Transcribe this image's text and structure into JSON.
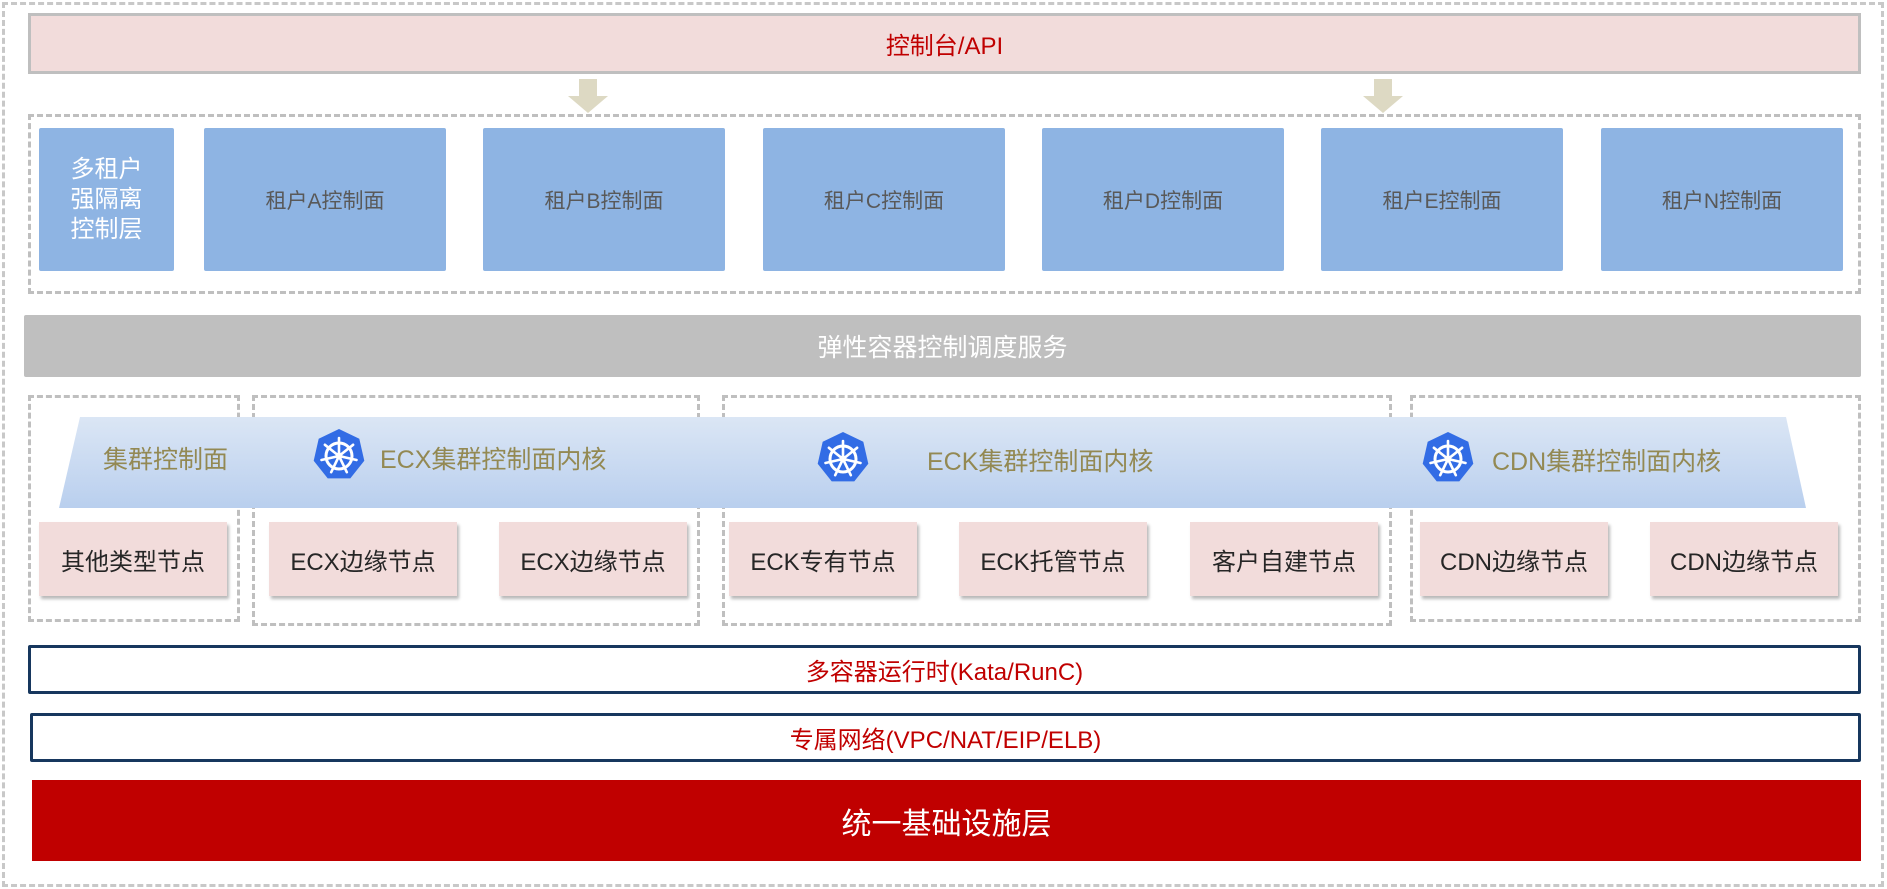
{
  "console_bar": {
    "label": "控制台/API"
  },
  "multi_tenant_layer": {
    "label": "多租户\n强隔离\n控制层"
  },
  "tenants": [
    {
      "label": "租户A控制面"
    },
    {
      "label": "租户B控制面"
    },
    {
      "label": "租户C控制面"
    },
    {
      "label": "租户D控制面"
    },
    {
      "label": "租户E控制面"
    },
    {
      "label": "租户N控制面"
    }
  ],
  "elastic_service": {
    "label": "弹性容器控制调度服务"
  },
  "cluster_control": {
    "label": "集群控制面",
    "kernels": [
      {
        "label": "ECX集群控制面内核",
        "icon": "kubernetes-icon"
      },
      {
        "label": "ECK集群控制面内核",
        "icon": "kubernetes-icon"
      },
      {
        "label": "CDN集群控制面内核",
        "icon": "kubernetes-icon"
      }
    ]
  },
  "nodes": [
    {
      "label": "其他类型节点"
    },
    {
      "label": "ECX边缘节点"
    },
    {
      "label": "ECX边缘节点"
    },
    {
      "label": "ECK专有节点"
    },
    {
      "label": "ECK托管节点"
    },
    {
      "label": "客户自建节点"
    },
    {
      "label": "CDN边缘节点"
    },
    {
      "label": "CDN边缘节点"
    }
  ],
  "runtime_bar": {
    "label": "多容器运行时(Kata/RunC)"
  },
  "network_bar": {
    "label": "专属网络(VPC/NAT/EIP/ELB)"
  },
  "infra_bar": {
    "label": "统一基础设施层"
  },
  "colors": {
    "console_fill": "#f2dcdb",
    "tenant_fill": "#8eb4e3",
    "service_fill": "#bfbfbf",
    "kernel_band": "#c6d9f1",
    "node_fill": "#f2dcdb",
    "infra_fill": "#c00000",
    "accent_red": "#c00000",
    "border_navy": "#17375e",
    "k8s_blue": "#326ce5"
  }
}
